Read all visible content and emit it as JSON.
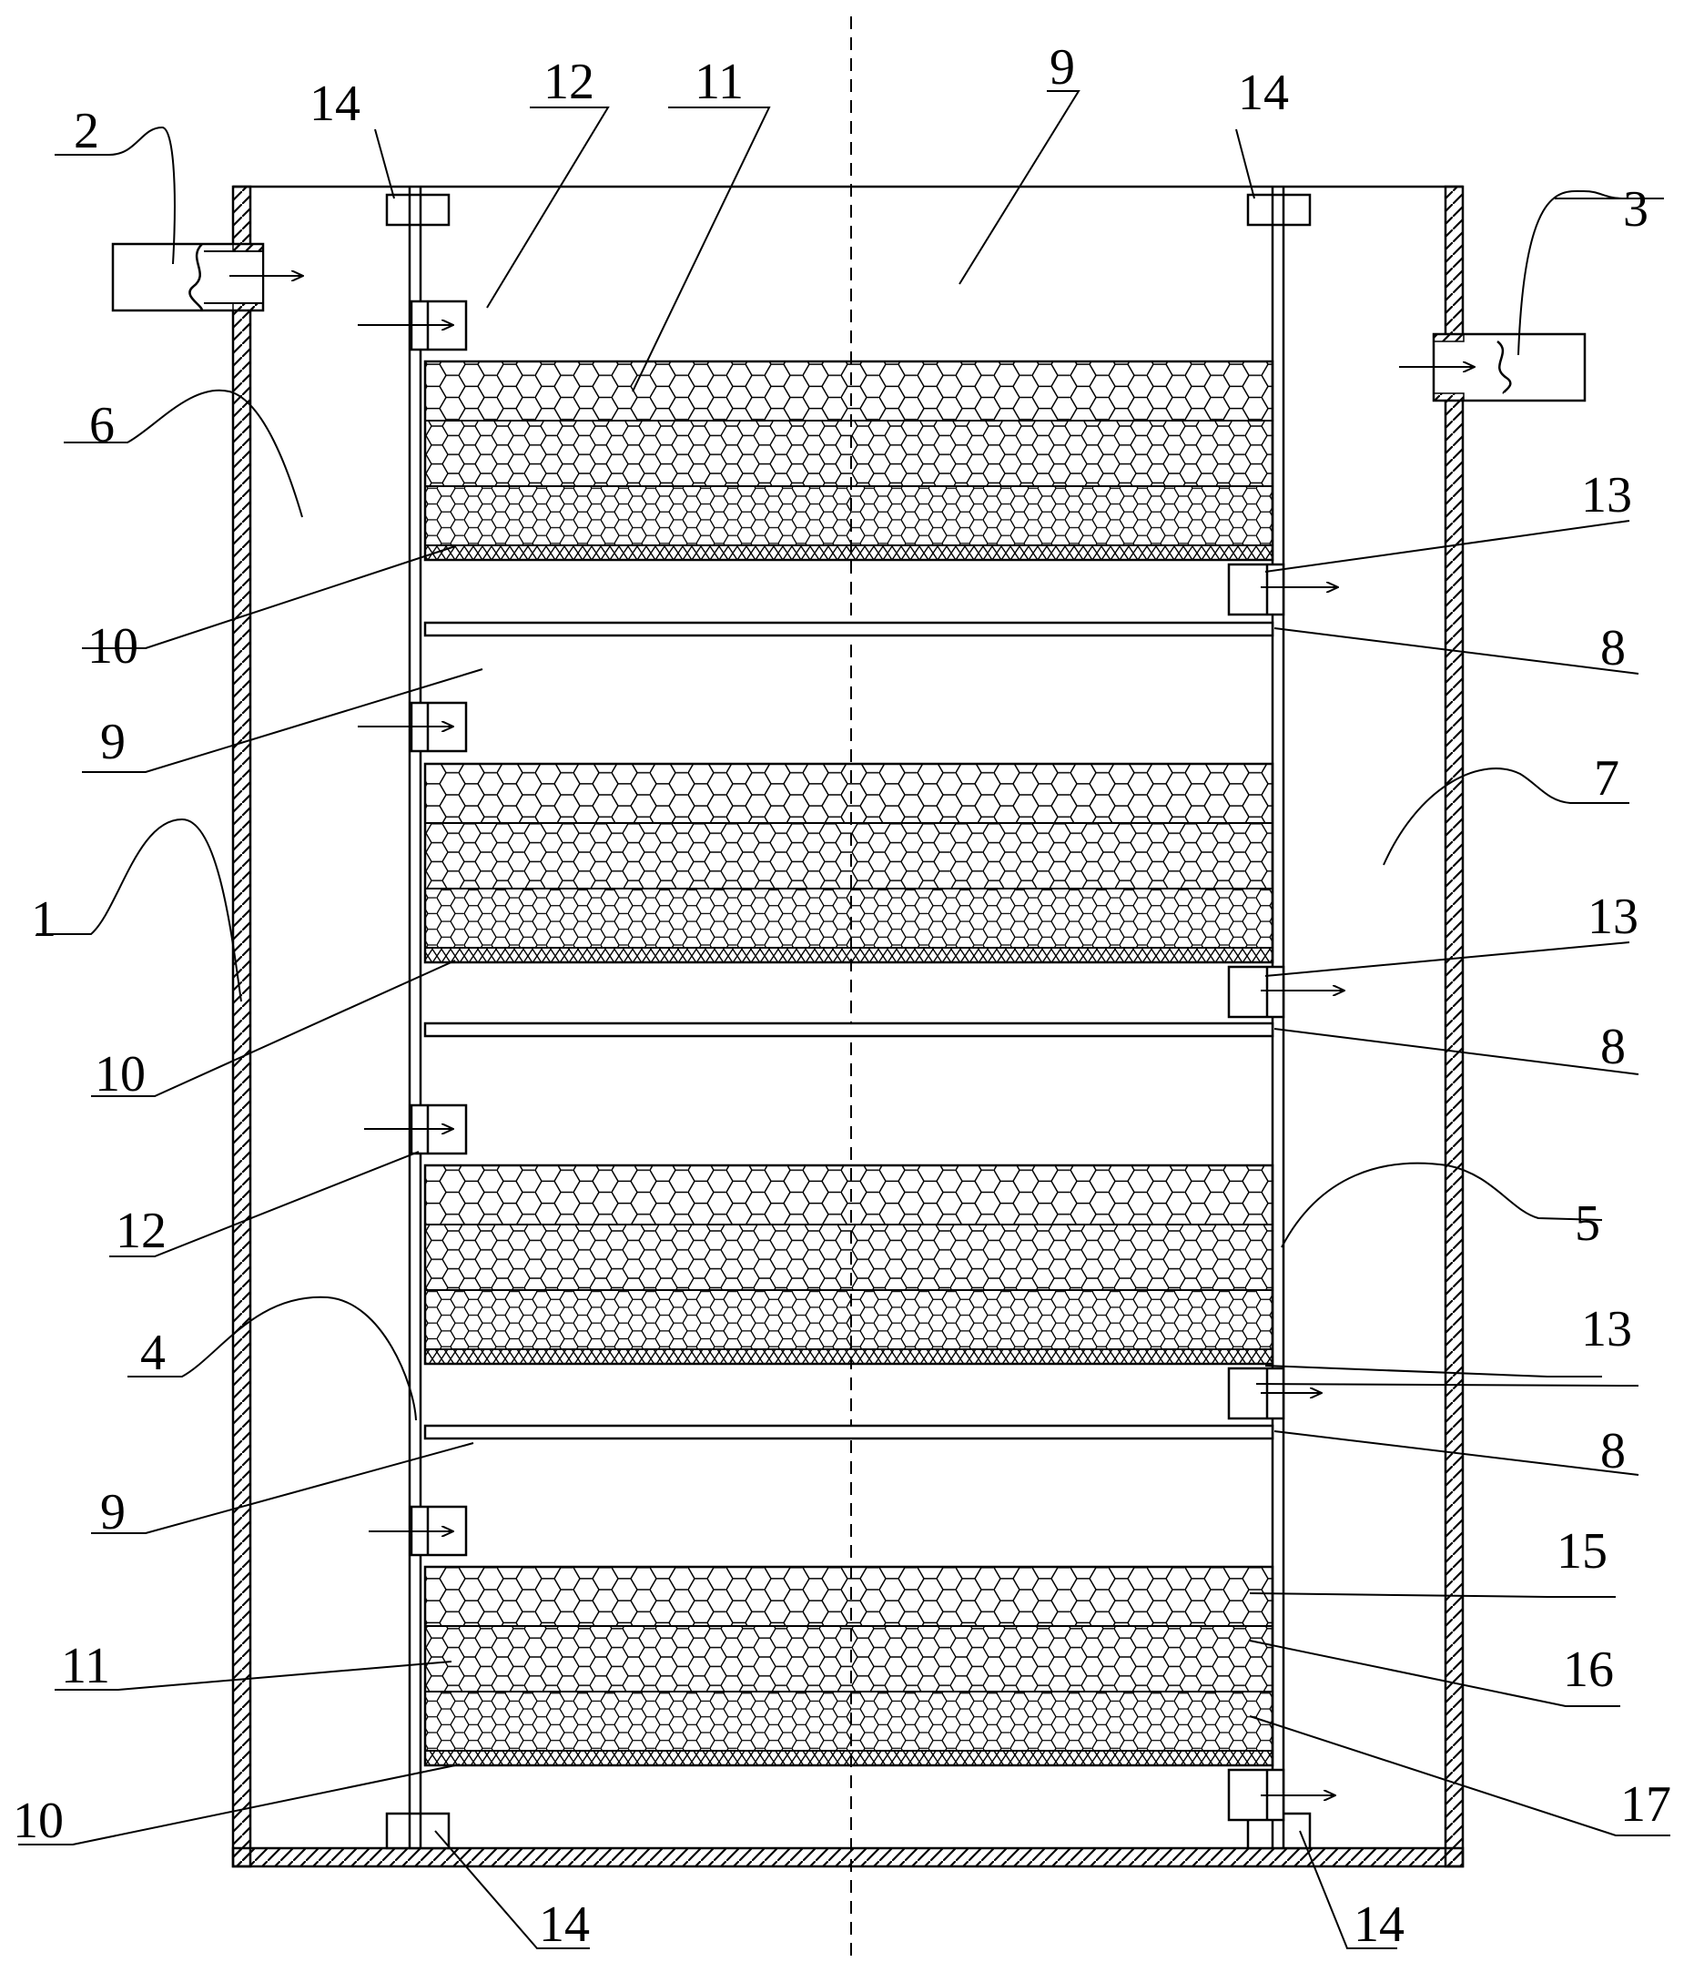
{
  "labels": {
    "l1": "1",
    "l2": "2",
    "l3": "3",
    "l4": "4",
    "l5": "5",
    "l6": "6",
    "l7": "7",
    "l8a": "8",
    "l8b": "8",
    "l8c": "8",
    "l9top": "9",
    "l9a": "9",
    "l9b": "9",
    "l10a": "10",
    "l10b": "10",
    "l10c": "10",
    "l11top": "11",
    "l11bot": "11",
    "l12top": "12",
    "l12mid": "12",
    "l13a": "13",
    "l13b": "13",
    "l13c": "13",
    "l14tl": "14",
    "l14tr": "14",
    "l14bl": "14",
    "l14br": "14",
    "l15": "15",
    "l16": "16",
    "l17": "17"
  },
  "colors": {
    "line": "#000000",
    "background": "#ffffff"
  }
}
